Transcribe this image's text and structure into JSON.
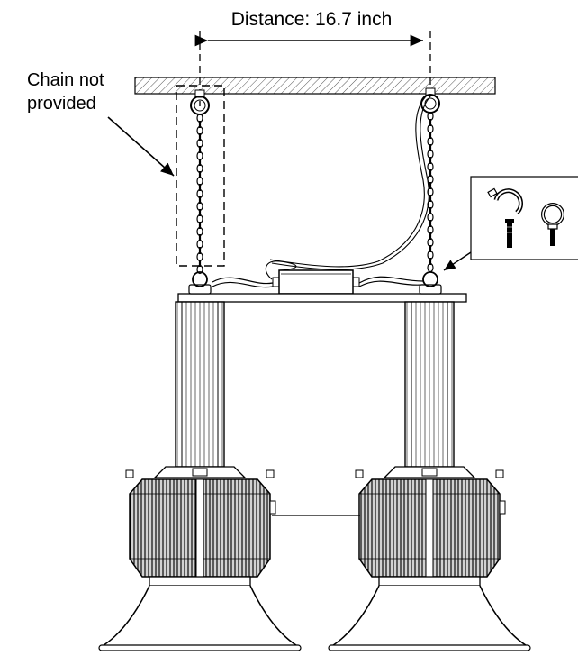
{
  "distance_label": "Distance: 16.7 inch",
  "chain_note": {
    "line1": "Chain not",
    "line2": "provided"
  },
  "detail_inset": {
    "icons": [
      "open-hook-icon",
      "eye-bolt-icon"
    ]
  },
  "colors": {
    "line": "#000000",
    "background": "#ffffff"
  }
}
